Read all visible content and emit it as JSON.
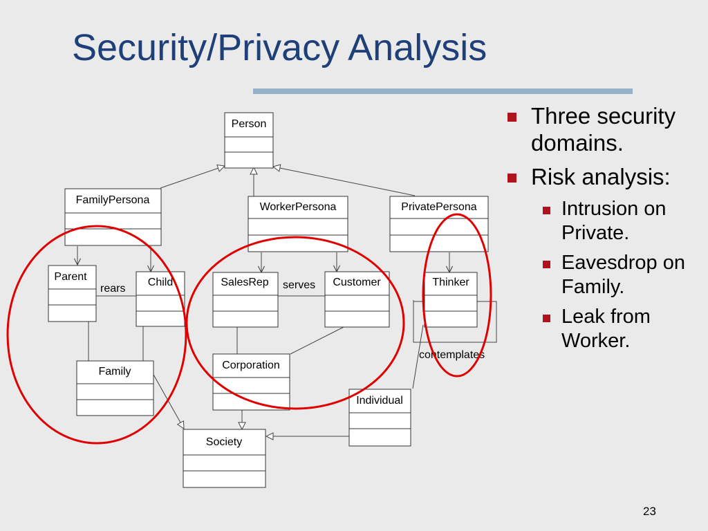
{
  "slide": {
    "title": "Security/Privacy Analysis",
    "page_number": "23"
  },
  "diagram": {
    "classes": {
      "person": "Person",
      "family_persona": "FamilyPersona",
      "worker_persona": "WorkerPersona",
      "private_persona": "PrivatePersona",
      "parent": "Parent",
      "child": "Child",
      "sales_rep": "SalesRep",
      "customer": "Customer",
      "thinker": "Thinker",
      "family": "Family",
      "corporation": "Corporation",
      "individual": "Individual",
      "society": "Society"
    },
    "associations": {
      "rears": "rears",
      "serves": "serves",
      "contemplates": "contemplates"
    },
    "highlight_color": "#e00000"
  },
  "bullets": [
    {
      "text": "Three security domains."
    },
    {
      "text": "Risk analysis:",
      "sub": [
        "Intrusion on Private.",
        "Eavesdrop on Family.",
        "Leak from Worker."
      ]
    }
  ],
  "colors": {
    "title": "#1f3f78",
    "accent_rule": "#97afc9",
    "bullet_mark": "#b0121b"
  }
}
